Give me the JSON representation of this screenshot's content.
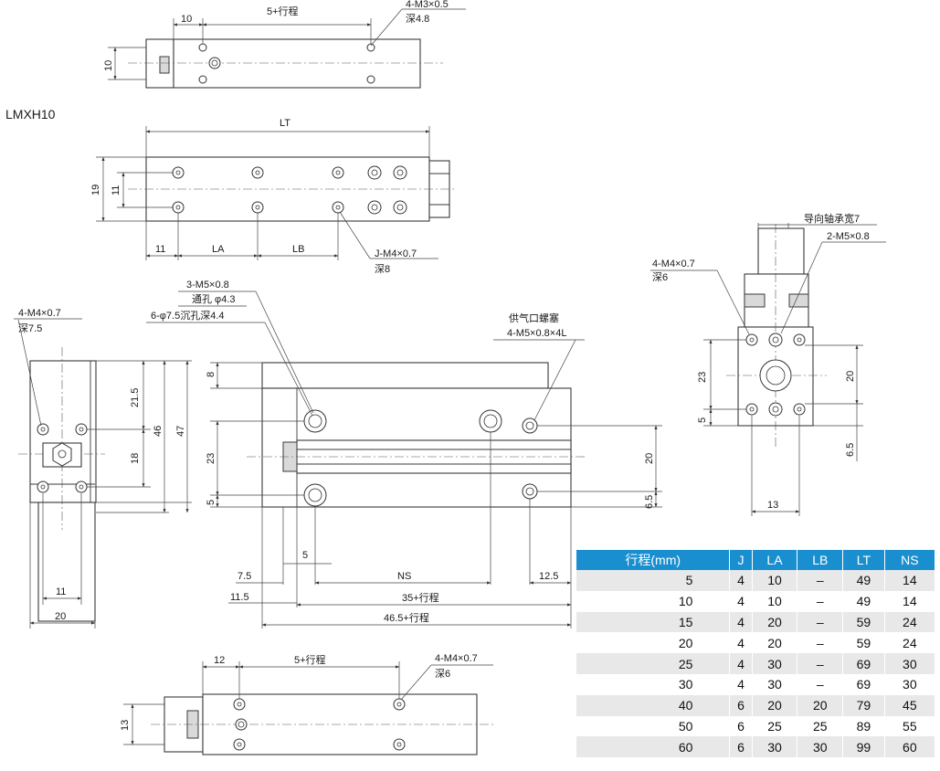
{
  "labels": {
    "model": "LMXH10",
    "top": {
      "d10": "10",
      "stroke": "5+行程",
      "thread": "4-M3×0.5",
      "depth": "深4.8",
      "h10": "10"
    },
    "second": {
      "lt": "LT",
      "h19": "19",
      "h11": "11",
      "d11": "11",
      "la": "LA",
      "lb": "LB",
      "thread": "J-M4×0.7",
      "depth": "深8"
    },
    "left": {
      "thread": "4-M4×0.7",
      "depth": "深7.5",
      "d21_5": "21.5",
      "d18": "18",
      "d46": "46",
      "d47": "47",
      "d11": "11",
      "d20": "20"
    },
    "center": {
      "t1": "3-M5×0.8",
      "t2": "通孔 φ4.3",
      "t3": "6-φ7.5沉孔深4.4",
      "air": "供气口螺塞",
      "air_thread": "4-M5×0.8×4L",
      "d8": "8",
      "d23": "23",
      "d5": "5",
      "d20": "20",
      "d6_5": "6.5",
      "d5b": "5",
      "d7_5": "7.5",
      "ns": "NS",
      "d12_5": "12.5",
      "d11_5": "11.5",
      "d35": "35+行程",
      "d46_5": "46.5+行程"
    },
    "right": {
      "guide": "导向轴承宽7",
      "thread2": "2-M5×0.8",
      "thread": "4-M4×0.7",
      "depth": "深6",
      "d23": "23",
      "d20": "20",
      "d5": "5",
      "d6_5": "6.5",
      "d13": "13"
    },
    "bottom": {
      "d12": "12",
      "stroke": "5+行程",
      "thread": "4-M4×0.7",
      "depth": "深6",
      "h13": "13"
    }
  },
  "table": {
    "headers": [
      "行程(mm)",
      "J",
      "LA",
      "LB",
      "LT",
      "NS"
    ],
    "rows": [
      [
        "5",
        "4",
        "10",
        "–",
        "49",
        "14"
      ],
      [
        "10",
        "4",
        "10",
        "–",
        "49",
        "14"
      ],
      [
        "15",
        "4",
        "20",
        "–",
        "59",
        "24"
      ],
      [
        "20",
        "4",
        "20",
        "–",
        "59",
        "24"
      ],
      [
        "25",
        "4",
        "30",
        "–",
        "69",
        "30"
      ],
      [
        "30",
        "4",
        "30",
        "–",
        "69",
        "30"
      ],
      [
        "40",
        "6",
        "20",
        "20",
        "79",
        "45"
      ],
      [
        "50",
        "6",
        "25",
        "25",
        "89",
        "55"
      ],
      [
        "60",
        "6",
        "30",
        "30",
        "99",
        "60"
      ]
    ]
  },
  "colors": {
    "table_header": "#1a8fd0",
    "row_shade": "#e8e8e8",
    "line": "#3a3a3a"
  }
}
